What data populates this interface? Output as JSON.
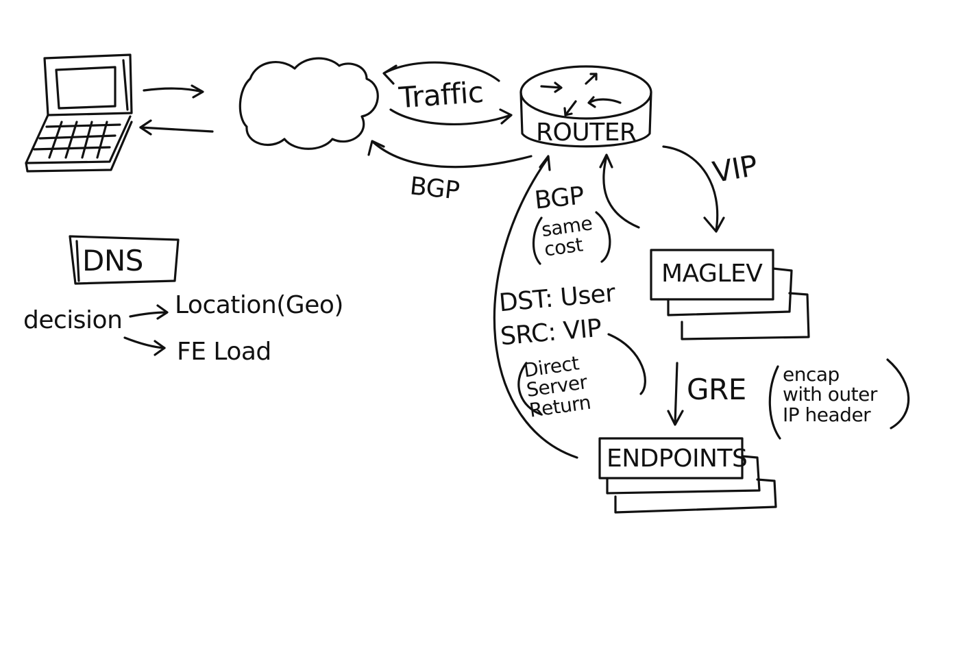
{
  "labels": {
    "traffic": "Traffic",
    "router": "ROUTER",
    "bgp_top": "BGP",
    "vip": "VIP",
    "bgp_same_cost_title": "BGP",
    "bgp_same_cost_note": "same\ncost",
    "maglev": "MAGLEV",
    "dst_user": "DST: User",
    "src_vip": "SRC: VIP",
    "dsr_note": "Direct\nServer\nReturn",
    "gre": "GRE",
    "encap_note": "encap\nwith outer\nIP header",
    "endpoints": "ENDPOINTS",
    "dns": "DNS",
    "decision": "decision",
    "location": "Location(Geo)",
    "fe_load": "FE Load"
  },
  "icons": [
    "laptop-icon",
    "internet-cloud-icon",
    "router-icon"
  ]
}
